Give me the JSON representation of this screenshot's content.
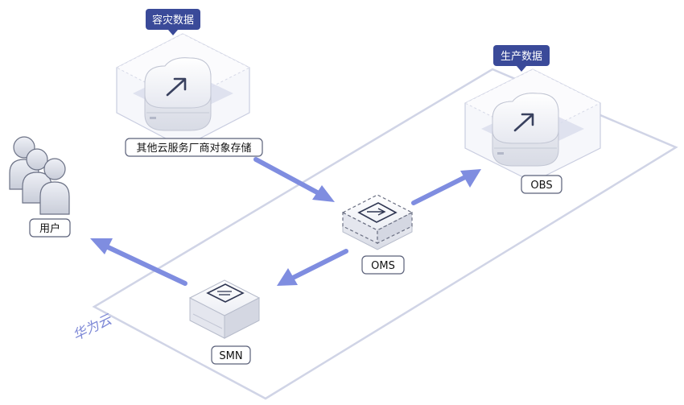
{
  "region": {
    "label": "华为云"
  },
  "tags": {
    "dr_data": "容灾数据",
    "prod_data": "生产数据"
  },
  "nodes": {
    "source_storage": "其他云服务厂商对象存储",
    "obs": "OBS",
    "oms": "OMS",
    "smn": "SMN",
    "users": "用户"
  },
  "colors": {
    "arrow": "#7f8de0",
    "tag_bg": "#3a4a99",
    "region_border": "#cfd3e6"
  }
}
